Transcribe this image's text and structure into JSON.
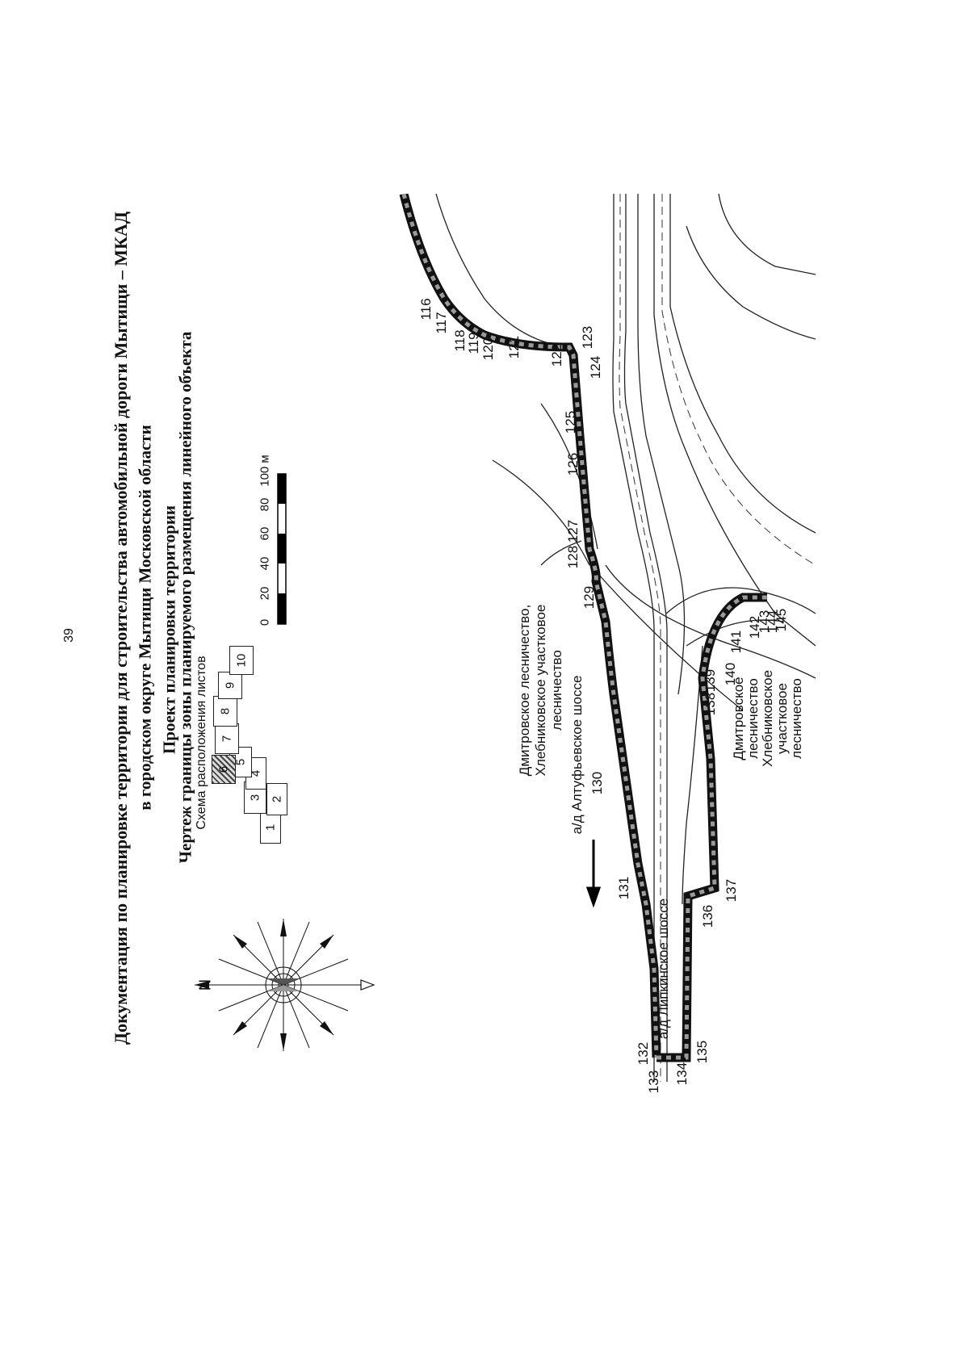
{
  "page_number": "39",
  "titles": {
    "line1": "Документация по планировке территории для строительства автомобильной дороги Мытищи – МКАД",
    "line2": "в городском округе Мытищи Московской области",
    "line3": "Проект планировки территории",
    "line4": "Чертеж границы зоны планируемого размещения линейного объекта"
  },
  "sheet_scheme": {
    "label": "Схема расположения листов",
    "sheets": [
      "1",
      "2",
      "3",
      "4",
      "5",
      "6",
      "7",
      "8",
      "9",
      "10"
    ],
    "highlighted_sheet": "6"
  },
  "compass": {
    "north_label": "N"
  },
  "scale_bar": {
    "ticks": [
      "0",
      "20",
      "40",
      "60",
      "80",
      "100 м"
    ]
  },
  "map": {
    "labels": {
      "forest_1": "Дмитровское лесничество,",
      "forest_2": "Хлебниковское участковое",
      "forest_3": "лесничество",
      "road_altufevskoe_1": "а/д Алтуфьевское шоссе",
      "road_lipkinskoe": "а/д Липкинское шоссе",
      "forest_b1": "Дмитровское",
      "forest_b2": "лесничество",
      "forest_b3": "Хлебниковское",
      "forest_b4": "участковое",
      "forest_b5": "лесничество"
    },
    "points": [
      "116",
      "117",
      "118",
      "119",
      "120",
      "121",
      "122",
      "123",
      "124",
      "125",
      "126",
      "127",
      "128",
      "129",
      "130",
      "131",
      "132",
      "133",
      "134",
      "135",
      "136",
      "137",
      "138",
      "139",
      "140",
      "141",
      "142",
      "143",
      "144",
      "145"
    ],
    "colors": {
      "boundary": "#1a1a1a",
      "boundary_fill": "#9a9a9a",
      "road_line": "#222222"
    }
  }
}
